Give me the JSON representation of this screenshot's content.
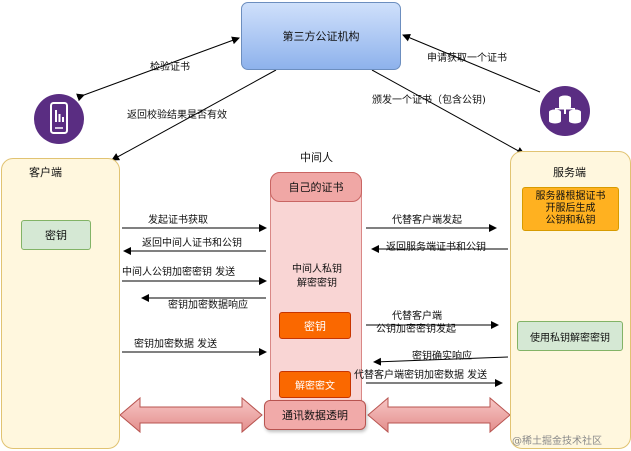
{
  "nodes": {
    "ca": "第三方公证机构",
    "client_title": "客户端",
    "server_title": "服务端",
    "mitm_title": "中间人",
    "mitm_cert": "自己的证书",
    "client_key": "密钥",
    "server_gen": [
      "服务器根据证书",
      "开服后生成",
      "公钥和私钥"
    ],
    "server_decrypt": "使用私钥解密密钥",
    "mitm_private": [
      "中间人私钥",
      "解密密钥"
    ],
    "mitm_key": "密钥",
    "mitm_decrypt": "解密密文",
    "mitm_comm": "通讯数据透明"
  },
  "edges": {
    "verify_cert": "检验证书",
    "return_verify": "返回校验结果是否有效",
    "apply_cert": "申请获取一个证书",
    "issue_cert": "颁发一个证书（包含公钥)",
    "initiate_cert": "发起证书获取",
    "return_mitm_cert": "返回中间人证书和公钥",
    "mitm_encrypt_send": "中间人公钥加密密钥 发送",
    "key_encrypted_resp": "密钥加密数据响应",
    "key_encrypt_data_send": "密钥加密数据 发送",
    "proxy_initiate": "代替客户端发起",
    "return_server_cert": "返回服务端证书和公钥",
    "proxy_encrypt": [
      "代替客户端",
      "公钥加密密钥发起"
    ],
    "key_confirm_resp": "密钥确实响应",
    "proxy_encrypt_data": "代替客户端密钥加密数据 发送"
  },
  "icons": {
    "client_device": "mobile-phone-icon",
    "server_device": "database-servers-icon"
  },
  "colors": {
    "ca_fill": "#a9c4f5",
    "panel_fill": "#fff7de",
    "mitm_fill": "#f9d5d4",
    "orange": "#fa6800",
    "green": "#d5e8d4",
    "icon_purple": "#5a2d82",
    "double_arrow": "#f1aaa9"
  },
  "watermark": "@稀土掘金技术社区"
}
